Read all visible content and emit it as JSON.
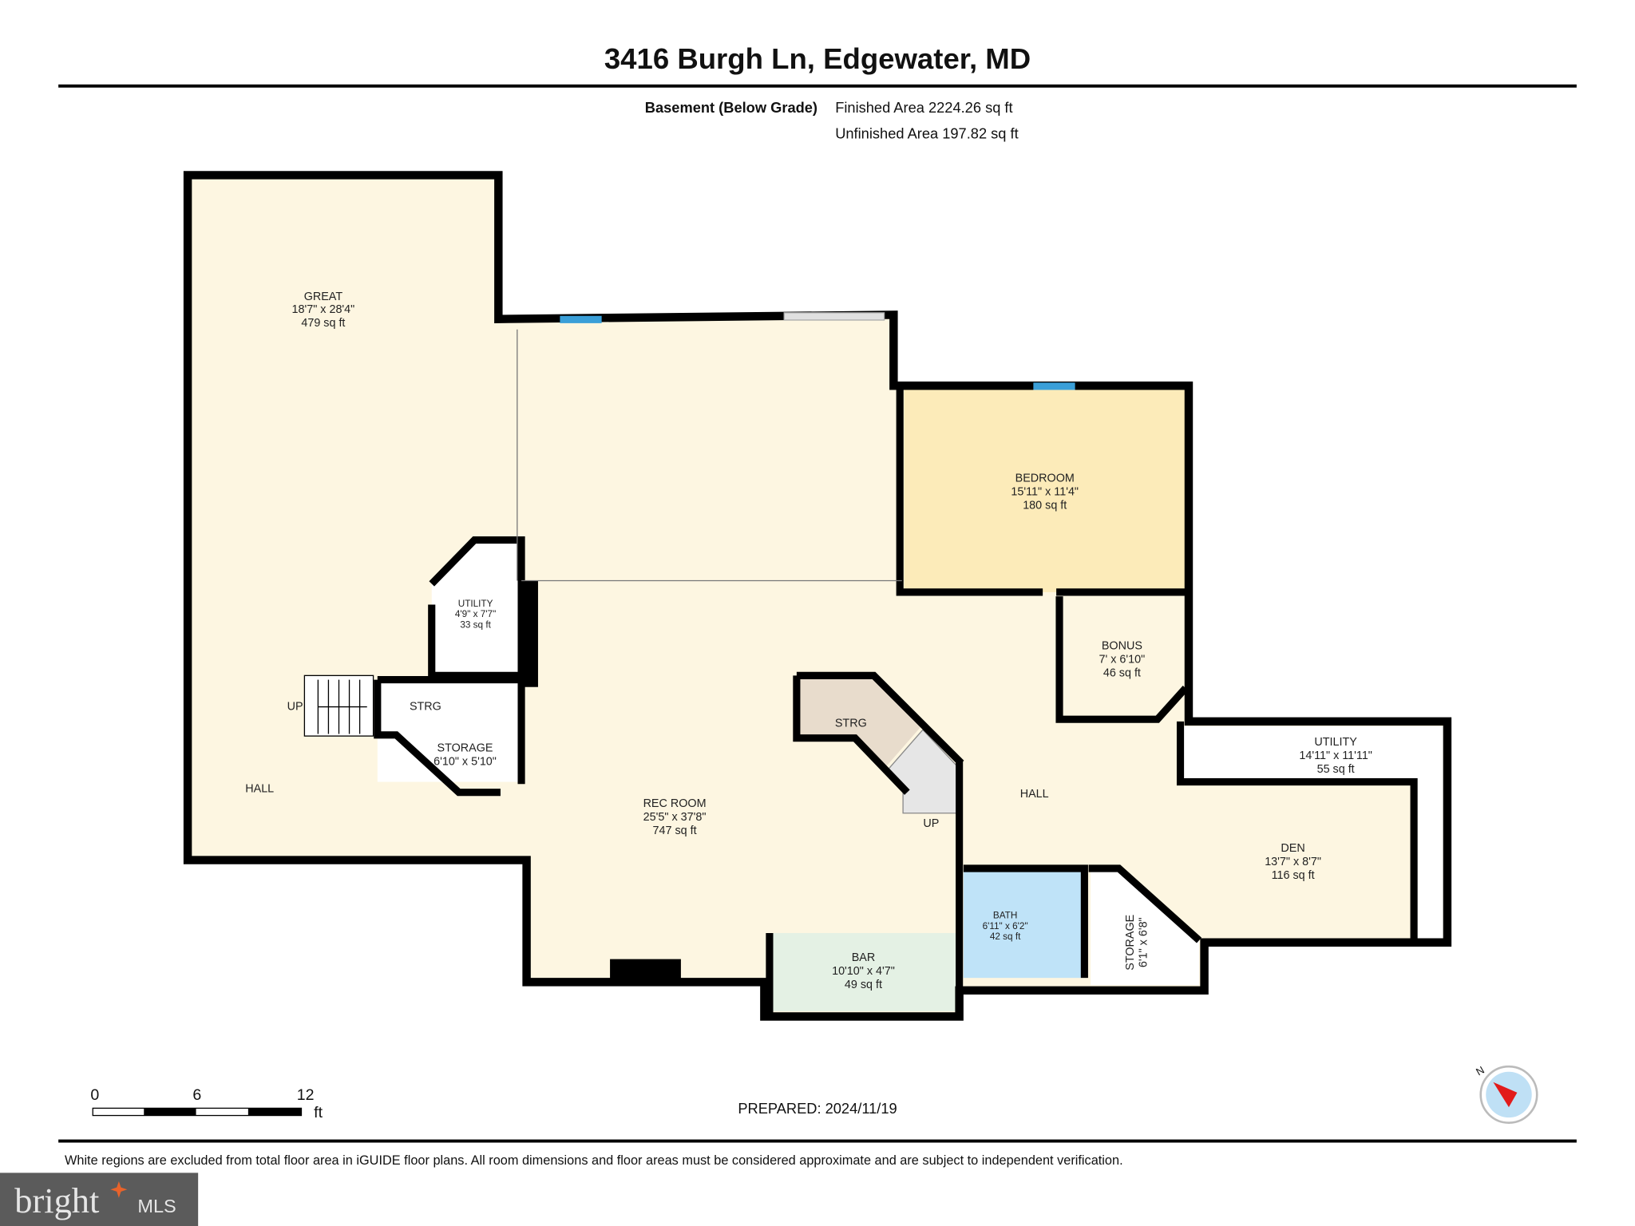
{
  "header": {
    "title": "3416 Burgh Ln, Edgewater, MD",
    "level": "Basement (Below Grade)",
    "finished_area": "Finished Area 2224.26 sq ft",
    "unfinished_area": "Unfinished Area 197.82 sq ft"
  },
  "rooms": {
    "great": {
      "name": "GREAT",
      "dims": "18'7\" x 28'4\"",
      "area": "479 sq ft"
    },
    "bedroom": {
      "name": "BEDROOM",
      "dims": "15'11\" x 11'4\"",
      "area": "180 sq ft"
    },
    "utility_small": {
      "name": "UTILITY",
      "dims": "4'9\" x 7'7\"",
      "area": "33 sq ft"
    },
    "strg_left": {
      "name": "STRG"
    },
    "storage_left": {
      "name": "STORAGE",
      "dims": "6'10\" x 5'10\""
    },
    "up_left": {
      "name": "UP"
    },
    "hall_left": {
      "name": "HALL"
    },
    "rec_room": {
      "name": "REC ROOM",
      "dims": "25'5\" x 37'8\"",
      "area": "747 sq ft"
    },
    "strg_center": {
      "name": "STRG"
    },
    "up_center": {
      "name": "UP"
    },
    "hall_right": {
      "name": "HALL"
    },
    "bonus": {
      "name": "BONUS",
      "dims": "7' x 6'10\"",
      "area": "46 sq ft"
    },
    "utility_large": {
      "name": "UTILITY",
      "dims": "14'11\" x 11'11\"",
      "area": "55 sq ft"
    },
    "den": {
      "name": "DEN",
      "dims": "13'7\" x 8'7\"",
      "area": "116 sq ft"
    },
    "bath": {
      "name": "BATH",
      "dims": "6'11\" x 6'2\"",
      "area": "42 sq ft"
    },
    "storage_right": {
      "name": "STORAGE",
      "dims": "6'1\" x 6'8\""
    },
    "bar": {
      "name": "BAR",
      "dims": "10'10\" x 4'7\"",
      "area": "49 sq ft"
    }
  },
  "scale_bar": {
    "ticks": [
      "0",
      "6",
      "12"
    ],
    "unit": "ft"
  },
  "compass": {
    "label": "N"
  },
  "prepared": "PREPARED: 2024/11/19",
  "disclaimer": "White regions are excluded from total floor area in iGUIDE floor plans. All room dimensions and floor areas must be considered approximate and are subject to independent verification.",
  "logo": {
    "text": "bright",
    "suffix": "MLS"
  },
  "colors": {
    "finished": "#fdf6e1",
    "bedroom": "#fcebb9",
    "bath": "#bfe3f8",
    "bar": "#e4f1e4",
    "storage": "#e8dccc",
    "window": "#3a9fd8",
    "logo_bg": "#5b5b5b",
    "logo_accent": "#e8632b"
  }
}
